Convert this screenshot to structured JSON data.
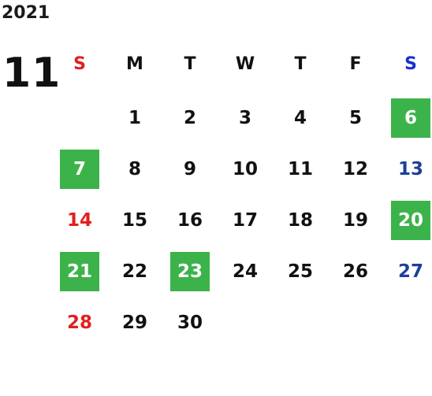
{
  "year": "2021",
  "month": "11",
  "weekdays": [
    {
      "label": "S",
      "color": "#e02020"
    },
    {
      "label": "M",
      "color": "#111111"
    },
    {
      "label": "T",
      "color": "#111111"
    },
    {
      "label": "W",
      "color": "#111111"
    },
    {
      "label": "T",
      "color": "#111111"
    },
    {
      "label": "F",
      "color": "#111111"
    },
    {
      "label": "S",
      "color": "#1a2fd0"
    }
  ],
  "colors": {
    "highlight_bg": "#3cb34a",
    "highlight_text": "#ffffff",
    "sunday": "#e02020",
    "saturday": "#1e3f9a",
    "default": "#111111"
  },
  "weeks": [
    [
      null,
      "1",
      "2",
      "3",
      "4",
      "5",
      "6"
    ],
    [
      "7",
      "8",
      "9",
      "10",
      "11",
      "12",
      "13"
    ],
    [
      "14",
      "15",
      "16",
      "17",
      "18",
      "19",
      "20"
    ],
    [
      "21",
      "22",
      "23",
      "24",
      "25",
      "26",
      "27"
    ],
    [
      "28",
      "29",
      "30",
      null,
      null,
      null,
      null
    ]
  ],
  "highlighted_days": [
    "6",
    "7",
    "20",
    "21",
    "23"
  ]
}
